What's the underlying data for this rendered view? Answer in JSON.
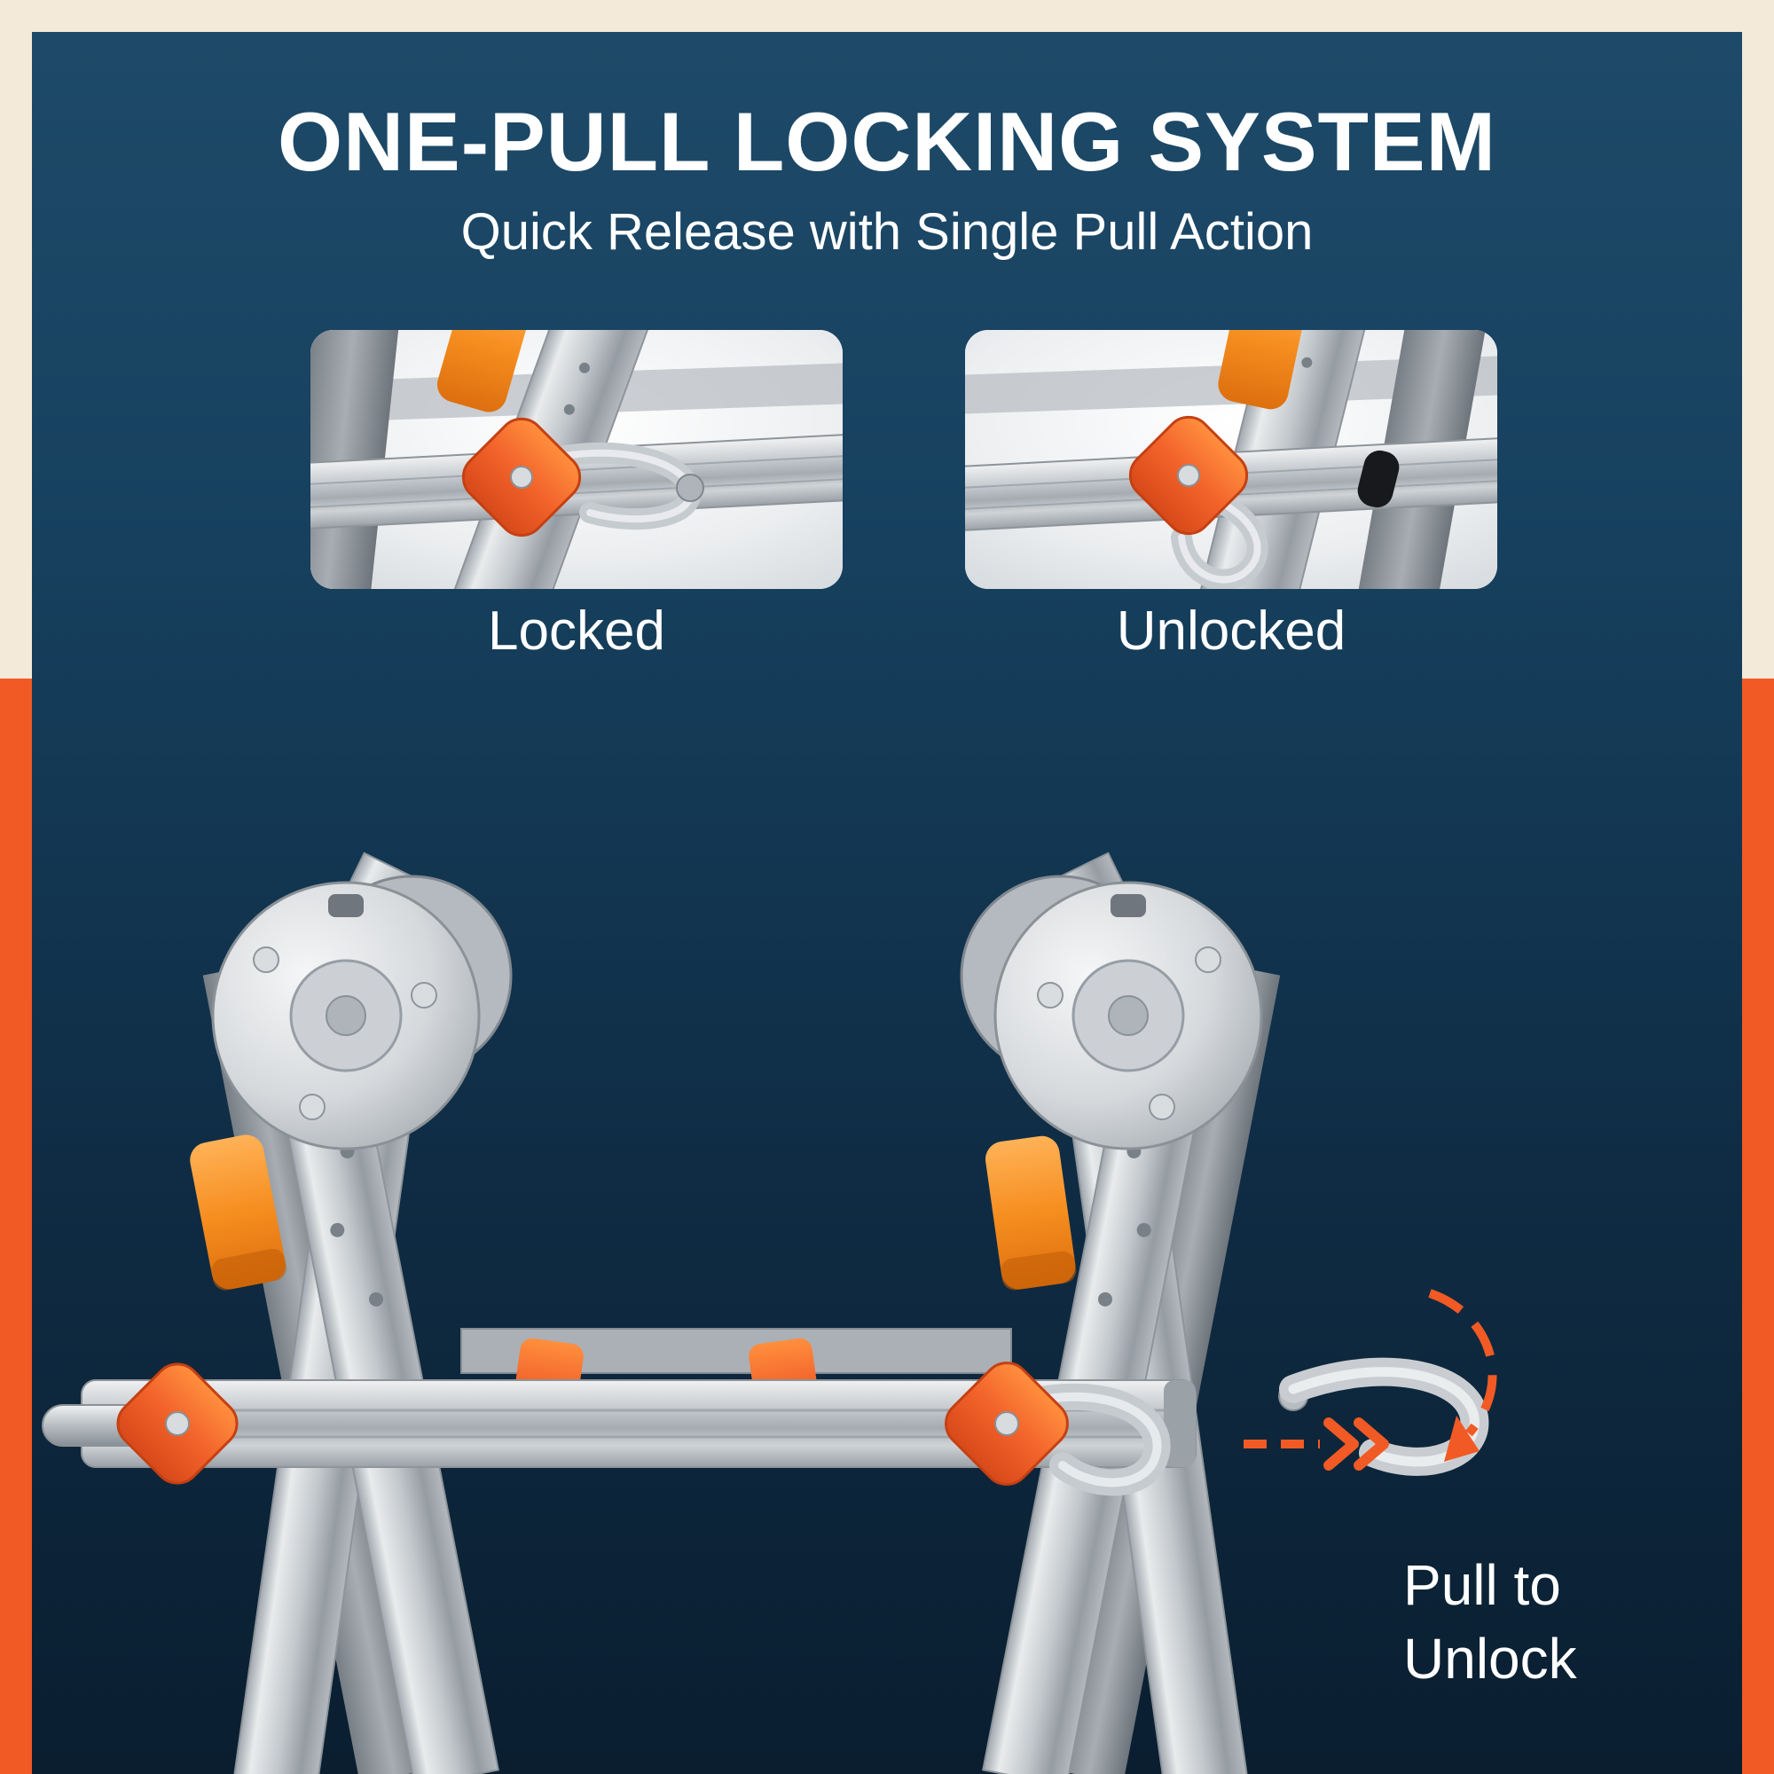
{
  "header": {
    "title": "ONE-PULL LOCKING SYSTEM",
    "subtitle": "Quick Release with Single Pull Action"
  },
  "insets": [
    {
      "label": "Locked"
    },
    {
      "label": "Unlocked"
    }
  ],
  "annotation": {
    "line1": "Pull to",
    "line2": "Unlock"
  },
  "colors": {
    "background_cream": "#f3ead9",
    "background_orange": "#f15a24",
    "panel_navy_top": "#1e4a69",
    "panel_navy_bottom": "#0a1e30",
    "text_white": "#ffffff",
    "ladder_knob_orange": "#f2622a",
    "clip_amber": "#f68e20",
    "aluminum_gray": "#c3c8cc"
  },
  "icons": {
    "dashed_arrow": "pull-dashed-arrow-icon",
    "curved_arrow": "rotate-curved-arrow-icon"
  }
}
